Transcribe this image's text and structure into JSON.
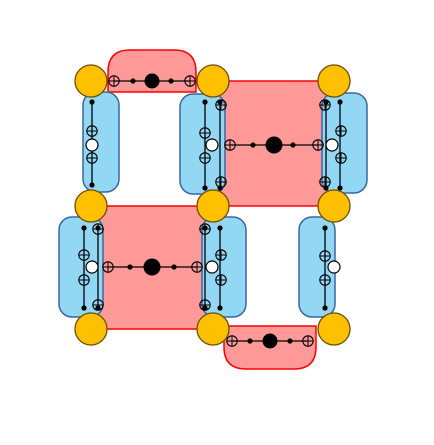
{
  "colors": {
    "background": "#ffffff",
    "red_fill": "#ff9a98",
    "red_stroke": "#ff0000",
    "blue_fill": "#92d7f4",
    "blue_stroke": "#3a66a0",
    "node_fill": "#ffc000",
    "node_stroke": "#6b4e00",
    "line": "#000000",
    "open_marker_fill": "#ffffff"
  },
  "icons": {
    "primary_node": "filled-circle",
    "data_qubit": "black-dot",
    "ancilla": "open-circle",
    "marker": "circled-plus"
  }
}
